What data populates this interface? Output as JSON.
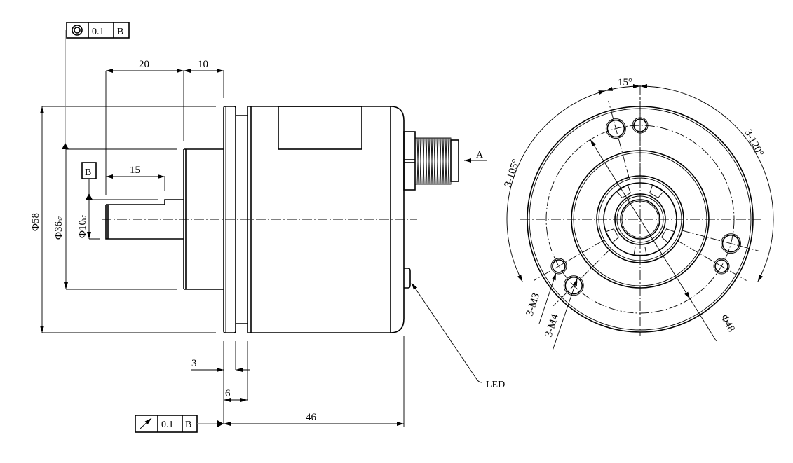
{
  "side_view": {
    "concentricity_frame": {
      "symbol": "concentricity-icon",
      "tolerance": "0.1",
      "datum": "B"
    },
    "runout_frame": {
      "symbol": "runout-icon",
      "tolerance": "0.1",
      "datum": "B"
    },
    "datum_label": "B",
    "dims": {
      "d20": "20",
      "d10": "10",
      "d15": "15",
      "dia58": "Φ58",
      "dia36": "Φ36",
      "dia36_tol": "h7",
      "dia10": "Φ10",
      "dia10_tol": "h7",
      "d3": "3",
      "d6": "6",
      "d46": "46"
    },
    "view_arrow_label": "A",
    "led_label": "LED"
  },
  "front_view": {
    "angle_15": "15°",
    "angle_3_120": "3-120°",
    "angle_3_105": "3-105°",
    "hole_m3": "3-M3",
    "hole_m4": "3-M4",
    "dia48": "Φ48"
  },
  "colors": {
    "line": "#000000",
    "background": "#ffffff"
  }
}
